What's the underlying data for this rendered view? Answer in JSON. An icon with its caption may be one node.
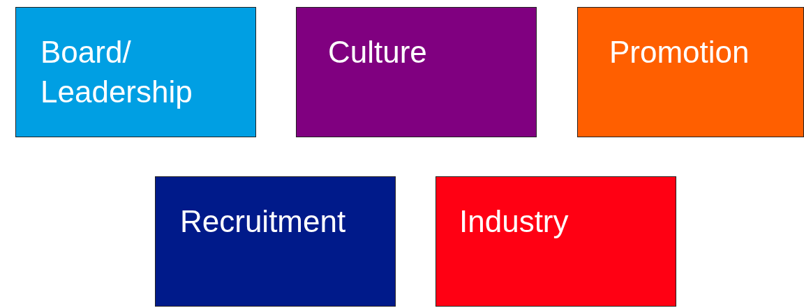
{
  "diagram": {
    "nodes": [
      {
        "text": [
          "Board/ Leadership"
        ]
      },
      {
        "text": [
          "Culture"
        ]
      },
      {
        "text": [
          "Promotion"
        ]
      },
      {
        "text": [
          "Recruitment"
        ]
      },
      {
        "text": [
          "Industry"
        ]
      }
    ]
  }
}
